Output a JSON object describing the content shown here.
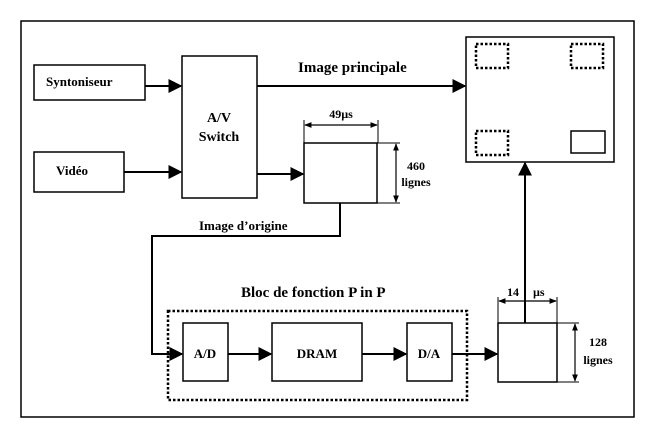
{
  "blocks": {
    "syntoniseur": "Syntoniseur",
    "video": "Vidéo",
    "av_switch_line1": "A/V",
    "av_switch_line2": "Switch",
    "ad": "A/D",
    "dram": "DRAM",
    "da": "D/A"
  },
  "labels": {
    "image_principale": "Image principale",
    "image_origine": "Image d’origine",
    "bloc_pinp": "Bloc de fonction P in P",
    "width_49": "49µs",
    "height_460_line1": "460",
    "height_460_line2": "lignes",
    "width_14_num": "14",
    "width_14_unit": "µs",
    "height_128_line1": "128",
    "height_128_line2": "lignes"
  }
}
